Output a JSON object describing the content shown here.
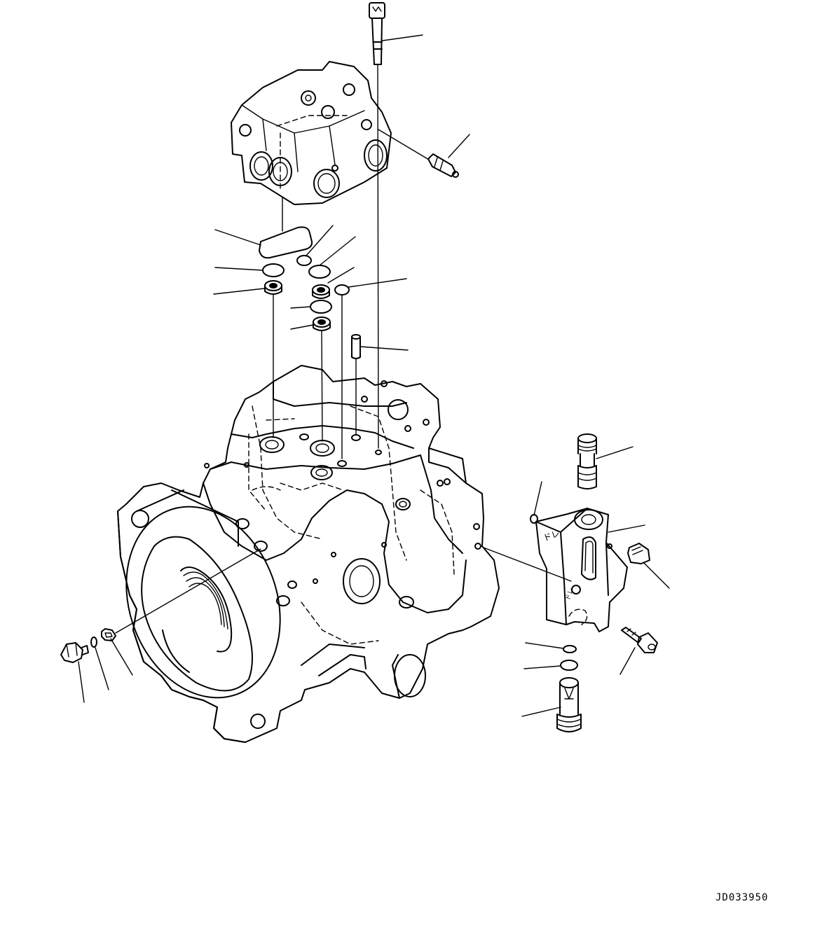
{
  "figure": {
    "drawing_number": "JD033950",
    "part_markings": [
      "ドレ",
      "ドレ"
    ]
  }
}
